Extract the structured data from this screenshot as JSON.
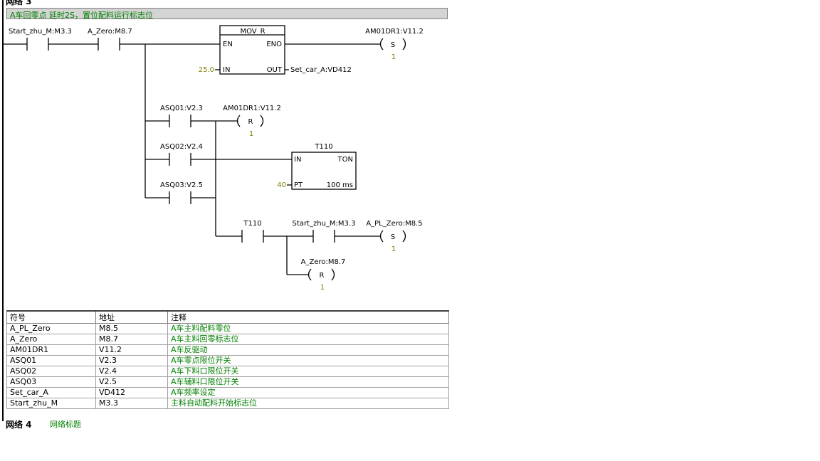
{
  "network3": {
    "title": "网络 3",
    "comment": "A车回零点 延时2S，置位配料运行标志位"
  },
  "rungs": {
    "start_contact": "Start_zhu_M:M3.3",
    "a_zero_contact": "A_Zero:M8.7",
    "mov_box": {
      "name": "MOV_R",
      "en": "EN",
      "eno": "ENO",
      "in_label": "IN",
      "out_label": "OUT",
      "in_value": "25.0",
      "out_addr": "Set_car_A:VD412"
    },
    "set_coil_1": {
      "addr": "AM01DR1:V11.2",
      "op": "S",
      "n": "1"
    },
    "asq01_contact": "ASQ01:V2.3",
    "asq02_contact": "ASQ02:V2.4",
    "asq03_contact": "ASQ03:V2.5",
    "reset_coil_1": {
      "addr": "AM01DR1:V11.2",
      "op": "R",
      "n": "1"
    },
    "timer": {
      "name": "T110",
      "in": "IN",
      "type": "TON",
      "pt_label": "PT",
      "pt_value": "40",
      "base": "100 ms"
    },
    "t110_contact": "T110",
    "start_contact_2": "Start_zhu_M:M3.3",
    "set_coil_2": {
      "addr": "A_PL_Zero:M8.5",
      "op": "S",
      "n": "1"
    },
    "reset_coil_2": {
      "addr": "A_Zero:M8.7",
      "op": "R",
      "n": "1"
    }
  },
  "symbol_table": {
    "headers": [
      "符号",
      "地址",
      "注释"
    ],
    "rows": [
      {
        "symbol": "A_PL_Zero",
        "address": "M8.5",
        "comment": "A车主料配料零位"
      },
      {
        "symbol": "A_Zero",
        "address": "M8.7",
        "comment": "A车主料回零标志位"
      },
      {
        "symbol": "AM01DR1",
        "address": "V11.2",
        "comment": "A车反驱动"
      },
      {
        "symbol": "ASQ01",
        "address": "V2.3",
        "comment": "A车零点限位开关"
      },
      {
        "symbol": "ASQ02",
        "address": "V2.4",
        "comment": "A车下料口限位开关"
      },
      {
        "symbol": "ASQ03",
        "address": "V2.5",
        "comment": "A车辅料口限位开关"
      },
      {
        "symbol": "Set_car_A",
        "address": "VD412",
        "comment": "A车频率设定"
      },
      {
        "symbol": "Start_zhu_M",
        "address": "M3.3",
        "comment": "主料自动配料开始标志位"
      }
    ]
  },
  "network4": {
    "title": "网络 4",
    "comment": "网络标题"
  }
}
